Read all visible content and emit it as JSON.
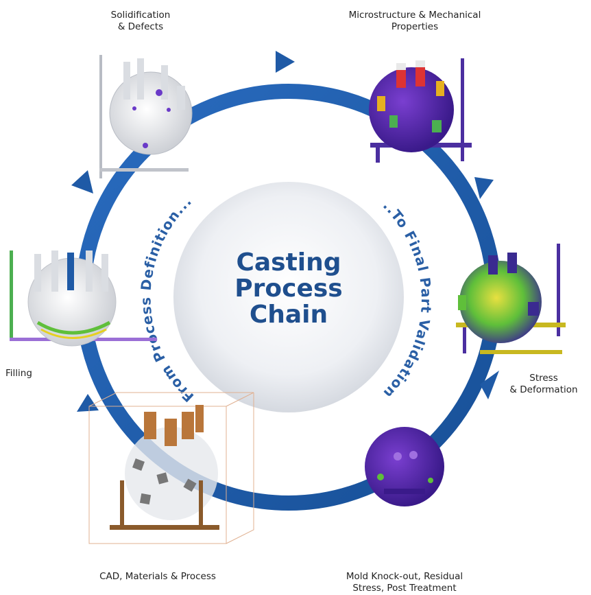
{
  "center": {
    "line1": "Casting",
    "line2": "Process",
    "line3": "Chain"
  },
  "arc_text": {
    "left": "From Process Definition...",
    "right": "...To Final Part Validation."
  },
  "stages": {
    "solidification": {
      "line1": "Solidification",
      "line2": "& Defects"
    },
    "microstructure": {
      "line1": "Microstructure & Mechanical",
      "line2": "Properties"
    },
    "stress": {
      "line1": "Stress",
      "line2": "& Deformation"
    },
    "knockout": {
      "line1": "Mold Knock-out, Residual",
      "line2": "Stress, Post Treatment"
    },
    "cad": {
      "line1": "CAD, Materials & Process"
    },
    "filling": {
      "line1": "Filling"
    }
  },
  "colors": {
    "ring": "#1f5aa6",
    "title": "#1f4f8e",
    "arc_text": "#2a5fa5"
  }
}
